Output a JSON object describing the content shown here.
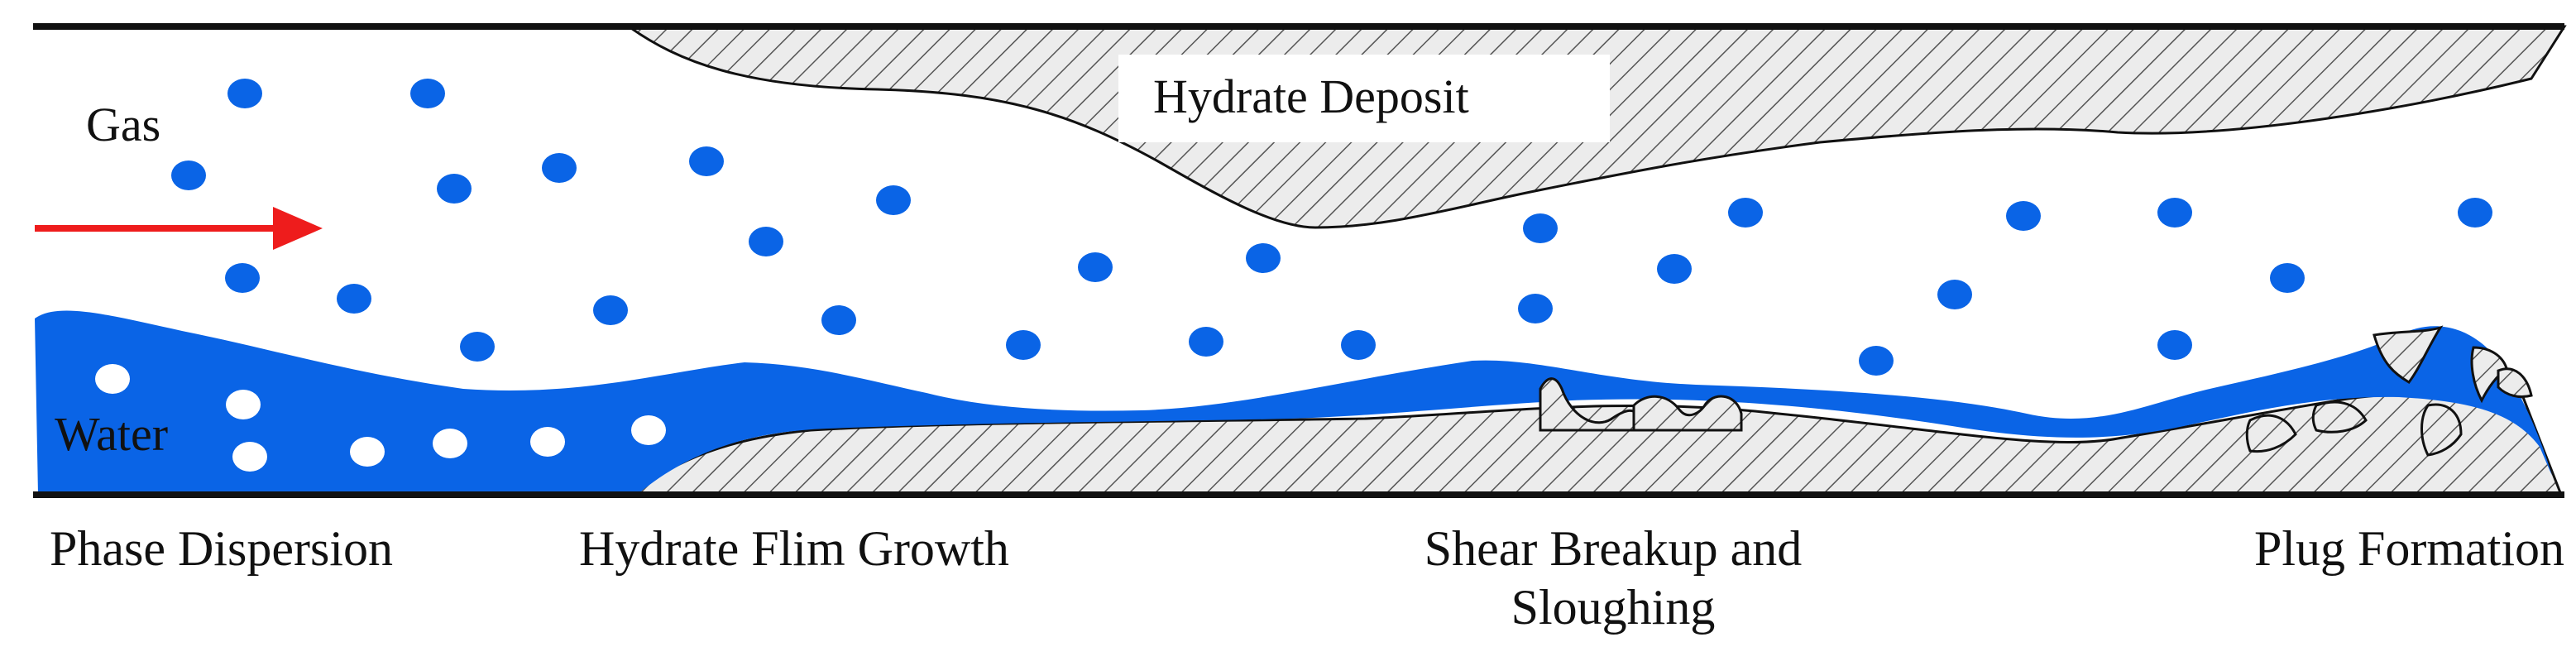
{
  "labels": {
    "gas": "Gas",
    "water": "Water",
    "hydrate_deposit": "Hydrate Deposit"
  },
  "stages": [
    {
      "line1": "Phase Dispersion",
      "line2": ""
    },
    {
      "line1": "Hydrate Flim Growth",
      "line2": ""
    },
    {
      "line1": "Shear Breakup and",
      "line2": "Sloughing"
    },
    {
      "line1": "Plug Formation",
      "line2": ""
    }
  ],
  "colors": {
    "gas_bubble": "#0a64e6",
    "water": "#0a64e6",
    "water_droplet": "#ffffff",
    "flow_arrow": "#ee1c1c",
    "pipe_wall": "#111111",
    "hydrate_fill": "#ececec",
    "hydrate_hatch": "#555555"
  },
  "icons": {
    "flow_arrow": "flow-direction-arrow-icon"
  }
}
